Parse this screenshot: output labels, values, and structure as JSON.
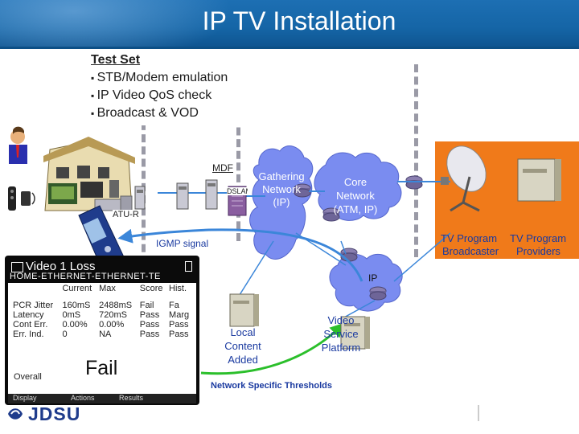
{
  "slide": {
    "title": "IP TV Installation"
  },
  "test_set": {
    "heading": "Test Set",
    "items": [
      "STB/Modem emulation",
      "IP Video QoS check",
      "Broadcast & VOD"
    ]
  },
  "labels": {
    "mdf": "MDF",
    "dslam": "DSLAM",
    "atu_r": "ATU-R",
    "gathering_network": [
      "Gathering",
      "Network",
      "(IP)"
    ],
    "core_network": [
      "Core",
      "Network",
      "(ATM, IP)"
    ],
    "igmp_signal": "IGMP signal",
    "ip": "IP",
    "local_content": [
      "Local",
      "Content",
      "Added"
    ],
    "video_service_platform": [
      "Video",
      "Service",
      "Platform"
    ],
    "network_thresholds": "Network Specific Thresholds",
    "tv_broadcaster": [
      "TV Program",
      "Broadcaster"
    ],
    "tv_providers": [
      "TV Program",
      "Providers"
    ],
    "logo": "JDSU"
  },
  "device_screen": {
    "title": "Video 1 Loss",
    "path": "HOME-ETHERNET-ETHERNET-TE",
    "columns": [
      "",
      "Current",
      "Max",
      "Score",
      "Hist."
    ],
    "rows": [
      [
        "PCR Jitter",
        "160mS",
        "2488mS",
        "Fail",
        "Fa"
      ],
      [
        "Latency",
        "0mS",
        "720mS",
        "Pass",
        "Marg"
      ],
      [
        "Cont Err.",
        "0.00%",
        "0.00%",
        "Pass",
        "Pass"
      ],
      [
        "Err. Ind.",
        "0",
        "NA",
        "Pass",
        "Pass"
      ]
    ],
    "overall_label": "Overall",
    "overall_value": "Fail",
    "softkeys": [
      "Display",
      "Actions",
      "Results"
    ]
  },
  "colors": {
    "title_bar": "#1565a6",
    "network_cloud": "#7a8cf0",
    "link_line": "#3b86d9",
    "orange_panel": "#f07a1a",
    "threshold_text": "#1a3aa0",
    "arrow_green": "#2bbf2b"
  }
}
